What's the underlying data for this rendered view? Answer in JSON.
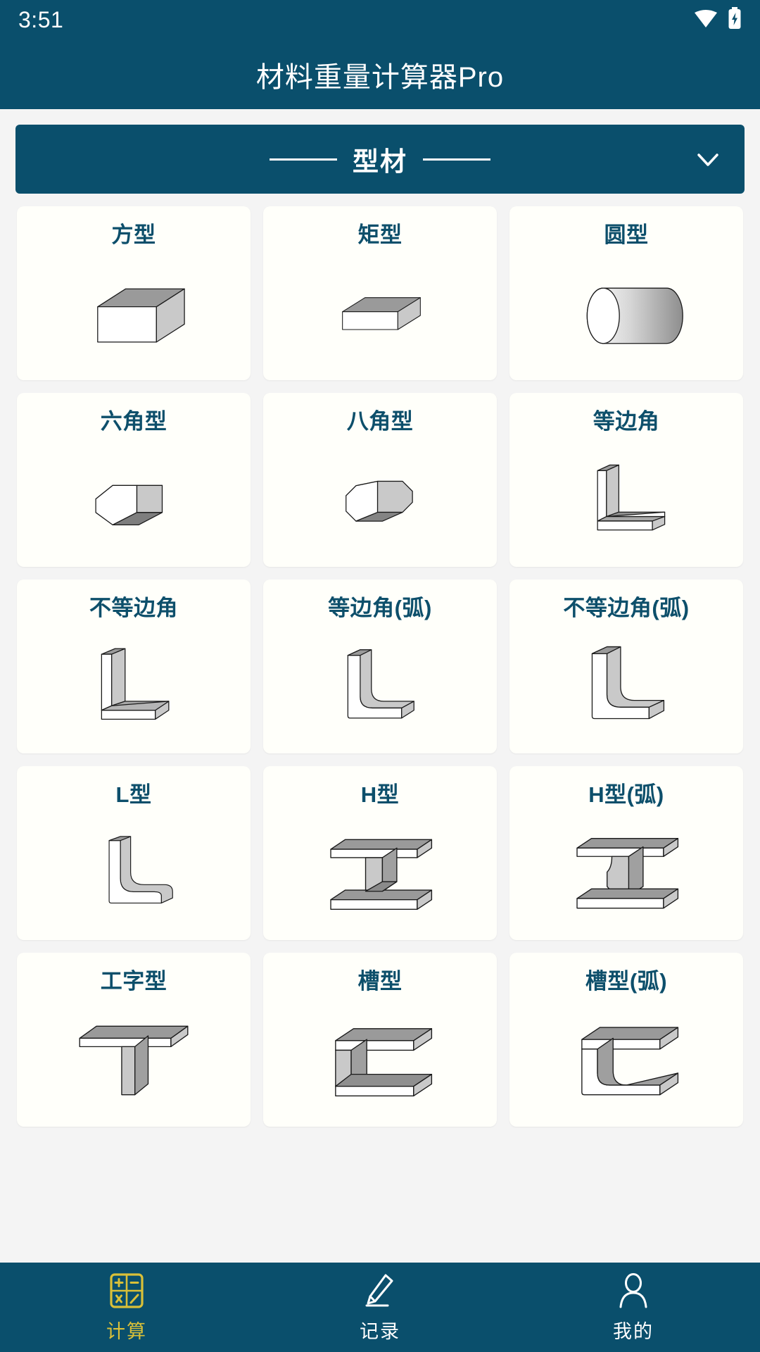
{
  "status_bar": {
    "time": "3:51",
    "icons": [
      "wifi-icon",
      "battery-charging-icon"
    ]
  },
  "app_bar": {
    "title": "材料重量计算器Pro"
  },
  "category_selector": {
    "label": "型材",
    "chevron": "chevron-down-icon",
    "expanded": false
  },
  "colors": {
    "primary": "#0a4f6c",
    "card_bg": "#fffffa",
    "page_bg": "#f4f4f4",
    "title_text": "#0d4f6b",
    "active_nav": "#d9c038"
  },
  "shapes": [
    {
      "label": "方型",
      "art": "square-bar-3d"
    },
    {
      "label": "矩型",
      "art": "rect-bar-3d"
    },
    {
      "label": "圆型",
      "art": "round-bar-3d"
    },
    {
      "label": "六角型",
      "art": "hex-bar-3d"
    },
    {
      "label": "八角型",
      "art": "oct-bar-3d"
    },
    {
      "label": "等边角",
      "art": "equal-angle-3d"
    },
    {
      "label": "不等边角",
      "art": "unequal-angle-3d"
    },
    {
      "label": "等边角(弧)",
      "art": "equal-angle-radius-3d"
    },
    {
      "label": "不等边角(弧)",
      "art": "unequal-angle-radius-3d"
    },
    {
      "label": "L型",
      "art": "l-section-3d"
    },
    {
      "label": "H型",
      "art": "h-beam-3d"
    },
    {
      "label": "H型(弧)",
      "art": "h-beam-radius-3d"
    },
    {
      "label": "工字型",
      "art": "i-beam-3d"
    },
    {
      "label": "槽型",
      "art": "channel-3d"
    },
    {
      "label": "槽型(弧)",
      "art": "channel-radius-3d"
    }
  ],
  "bottom_nav": {
    "items": [
      {
        "label": "计算",
        "icon": "calculator-icon",
        "active": true
      },
      {
        "label": "记录",
        "icon": "pencil-note-icon",
        "active": false
      },
      {
        "label": "我的",
        "icon": "person-icon",
        "active": false
      }
    ]
  }
}
